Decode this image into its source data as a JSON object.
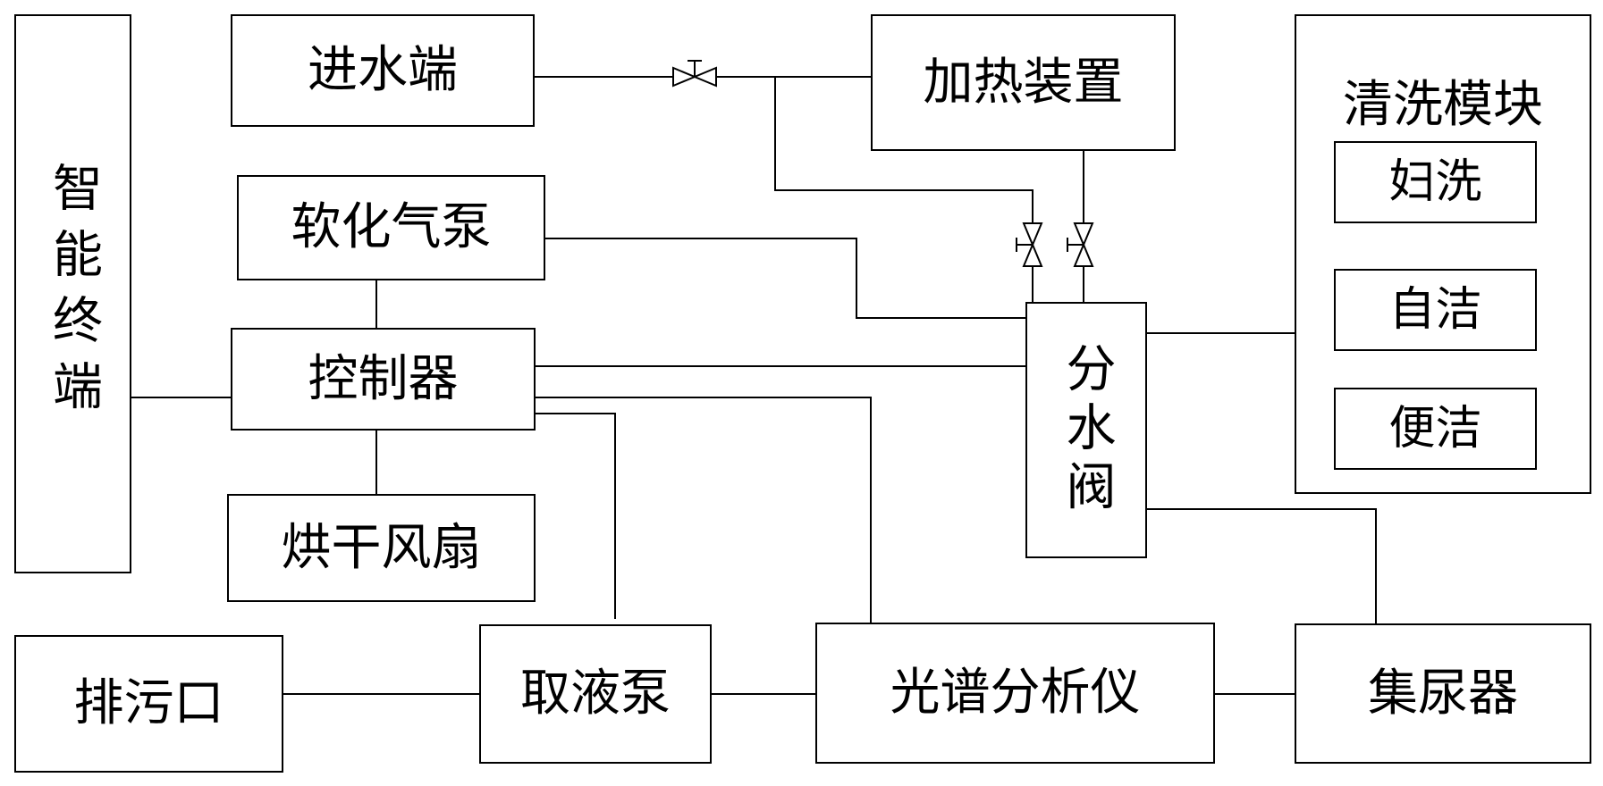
{
  "nodes": {
    "smart_terminal": "智能终端",
    "water_inlet": "进水端",
    "heating_device": "加热装置",
    "softening_pump": "软化气泵",
    "controller": "控制器",
    "drying_fan": "烘干风扇",
    "water_valve": "分水阀",
    "sewage_outlet": "排污口",
    "liquid_pump": "取液泵",
    "spectrum_analyzer": "光谱分析仪",
    "urine_collector": "集尿器"
  },
  "cleaning_module": {
    "title": "清洗模块",
    "items": [
      "妇洗",
      "自洁",
      "便洁"
    ]
  },
  "valve_icons": [
    "valve-icon",
    "valve-icon",
    "valve-icon"
  ]
}
